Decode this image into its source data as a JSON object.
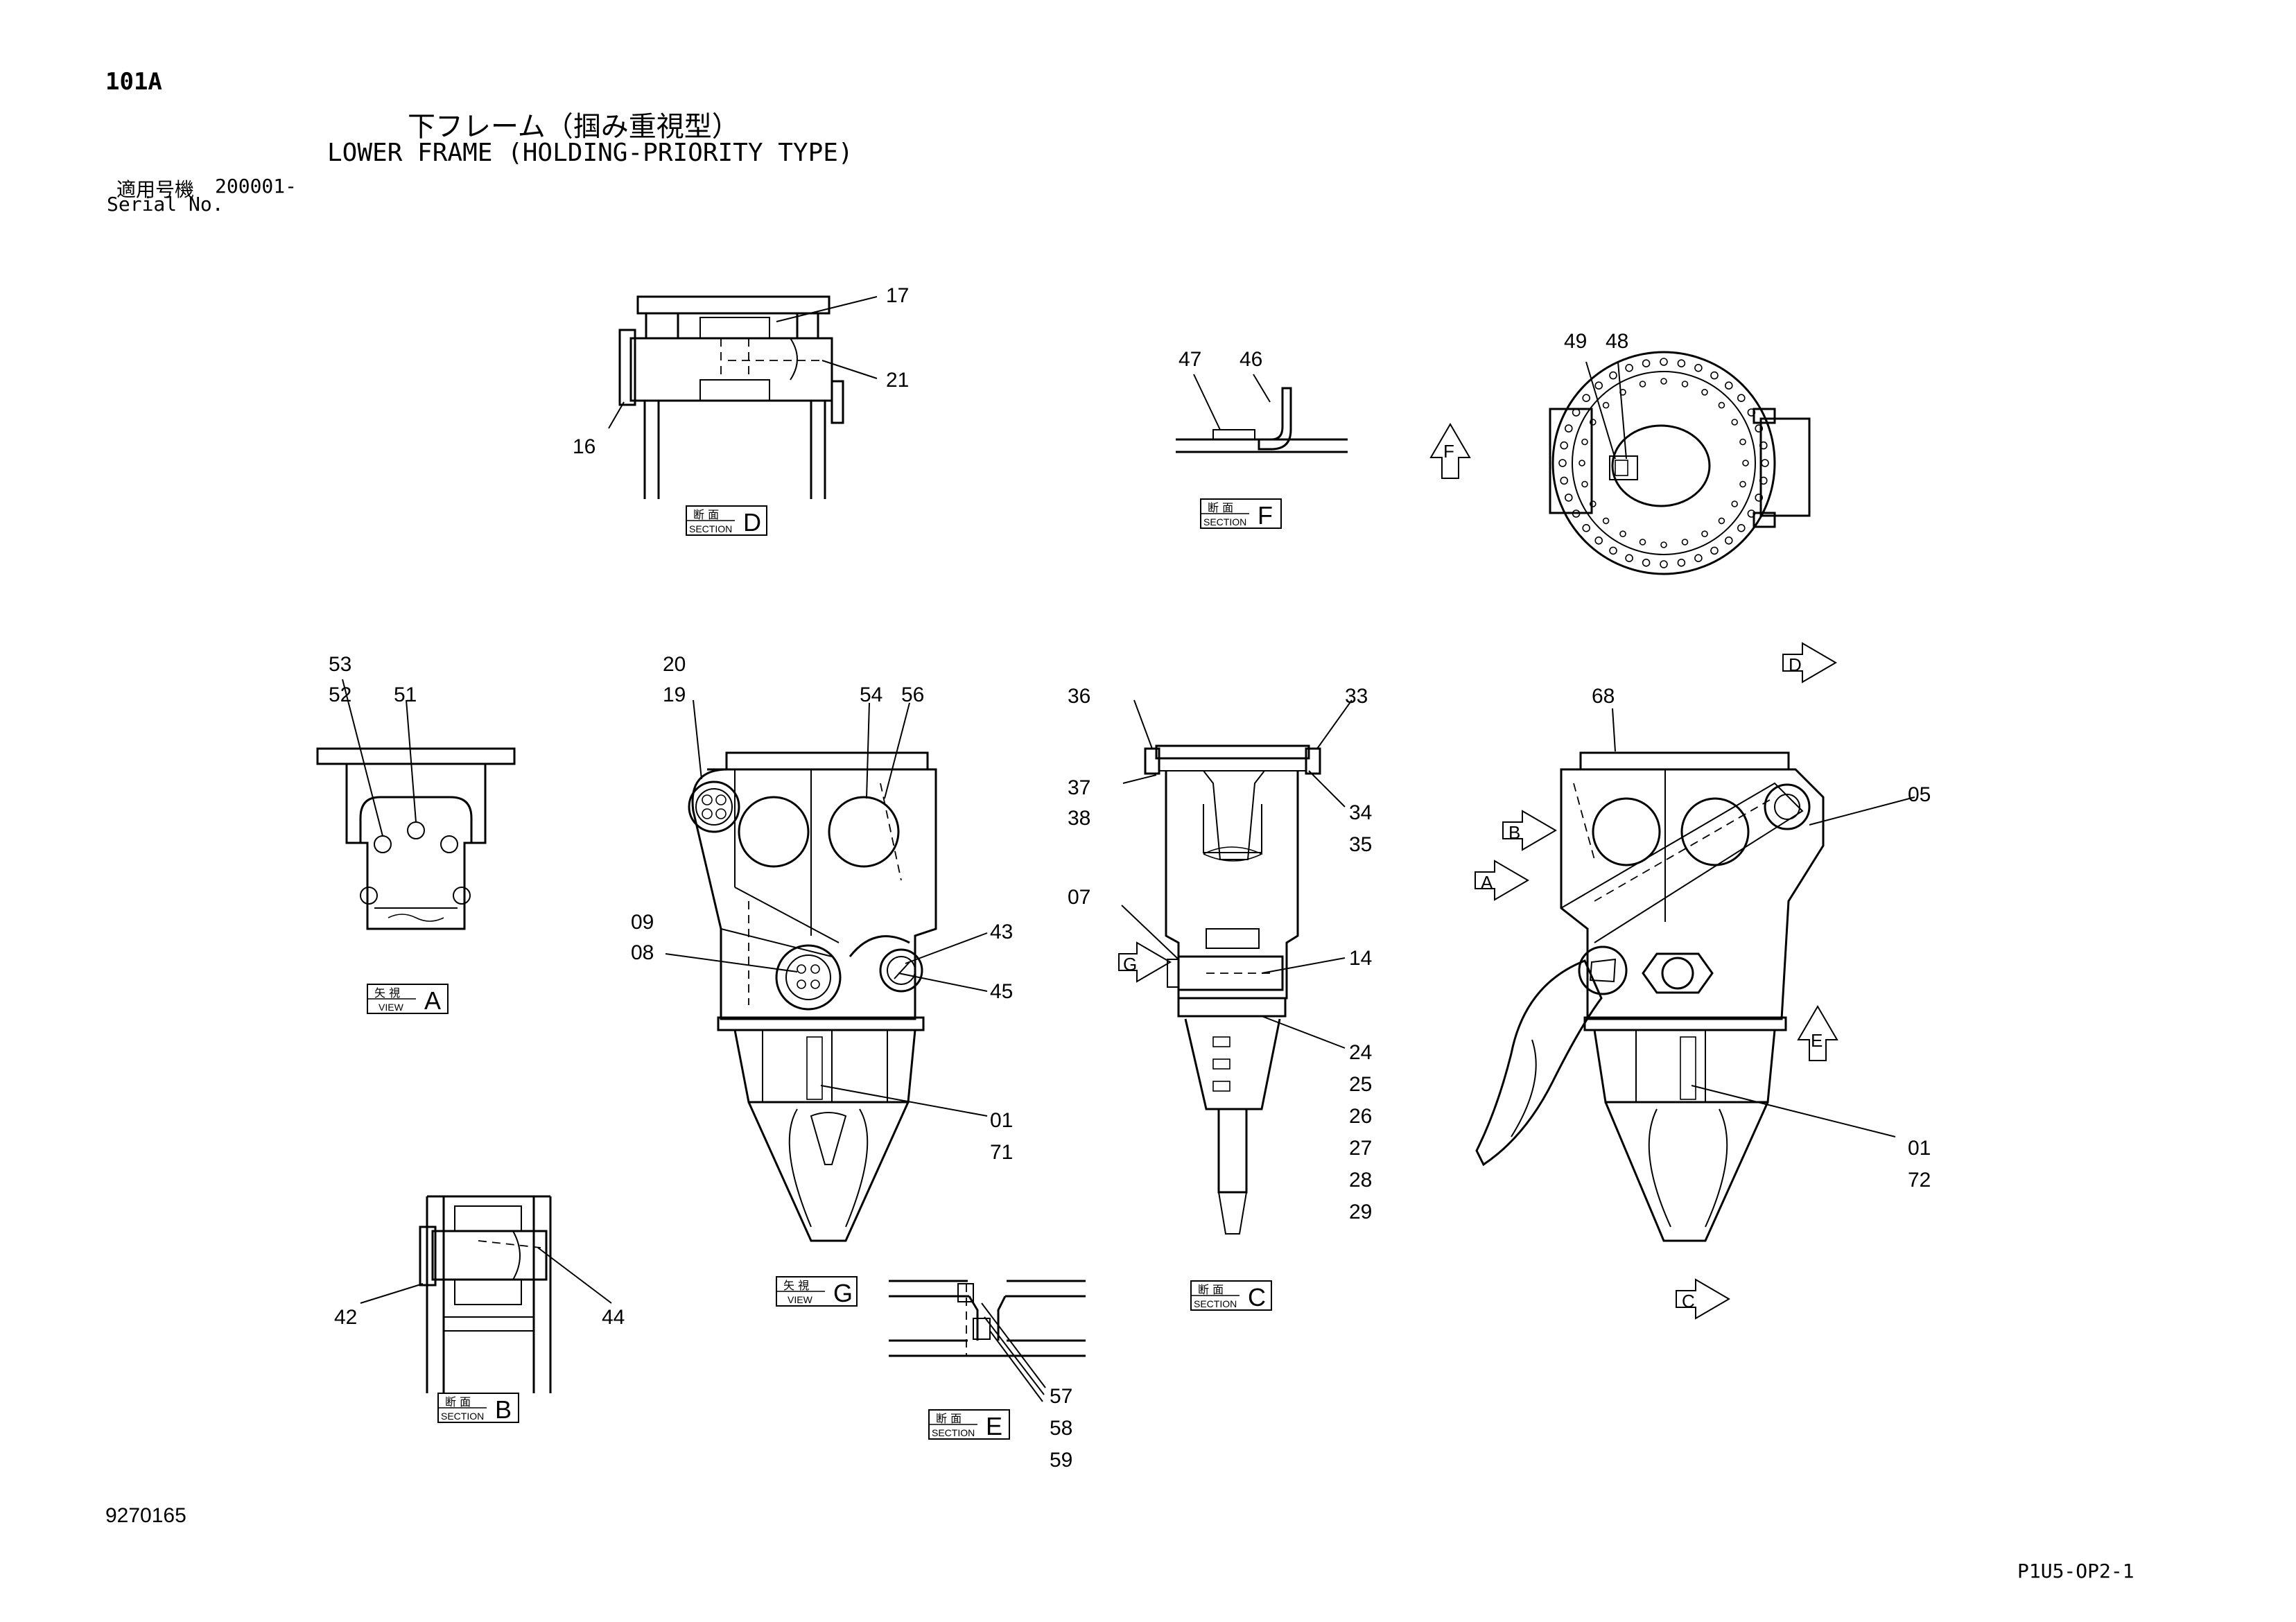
{
  "header": {
    "page_code": "101A",
    "title_jp": "下フレーム（掴み重視型）",
    "title_en": "LOWER FRAME (HOLDING-PRIORITY TYPE)",
    "serial_label_jp": "適用号機",
    "serial_value": "200001-",
    "serial_label_en": "Serial No."
  },
  "footer": {
    "drawing_number": "9270165",
    "sheet_code": "P1U5-OP2-1"
  },
  "section_tags": {
    "section_D": {
      "jp": "断 面",
      "en": "SECTION",
      "letter": "D"
    },
    "section_F": {
      "jp": "断 面",
      "en": "SECTION",
      "letter": "F"
    },
    "view_A": {
      "jp": "矢 視",
      "en": "VIEW",
      "letter": "A"
    },
    "view_G": {
      "jp": "矢 視",
      "en": "VIEW",
      "letter": "G"
    },
    "section_C": {
      "jp": "断 面",
      "en": "SECTION",
      "letter": "C"
    },
    "section_B": {
      "jp": "断 面",
      "en": "SECTION",
      "letter": "B"
    },
    "section_E": {
      "jp": "断 面",
      "en": "SECTION",
      "letter": "E"
    }
  },
  "arrow_markers": {
    "F": "F",
    "D": "D",
    "B": "B",
    "A": "A",
    "G": "G",
    "E": "E",
    "C": "C"
  },
  "callouts": {
    "c17": "17",
    "c21": "21",
    "c16": "16",
    "c47": "47",
    "c46": "46",
    "c49": "49",
    "c48": "48",
    "c53": "53",
    "c52": "52",
    "c51": "51",
    "c20": "20",
    "c19": "19",
    "c54": "54",
    "c56": "56",
    "c09": "09",
    "c08": "08",
    "c43": "43",
    "c45": "45",
    "c01a": "01",
    "c71": "71",
    "c36": "36",
    "c33": "33",
    "c37": "37",
    "c38": "38",
    "c34": "34",
    "c35": "35",
    "c07": "07",
    "c14": "14",
    "c24": "24",
    "c25": "25",
    "c26": "26",
    "c27": "27",
    "c28": "28",
    "c29": "29",
    "c68": "68",
    "c05": "05",
    "c01b": "01",
    "c72": "72",
    "c42": "42",
    "c44": "44",
    "c57": "57",
    "c58": "58",
    "c59": "59"
  }
}
